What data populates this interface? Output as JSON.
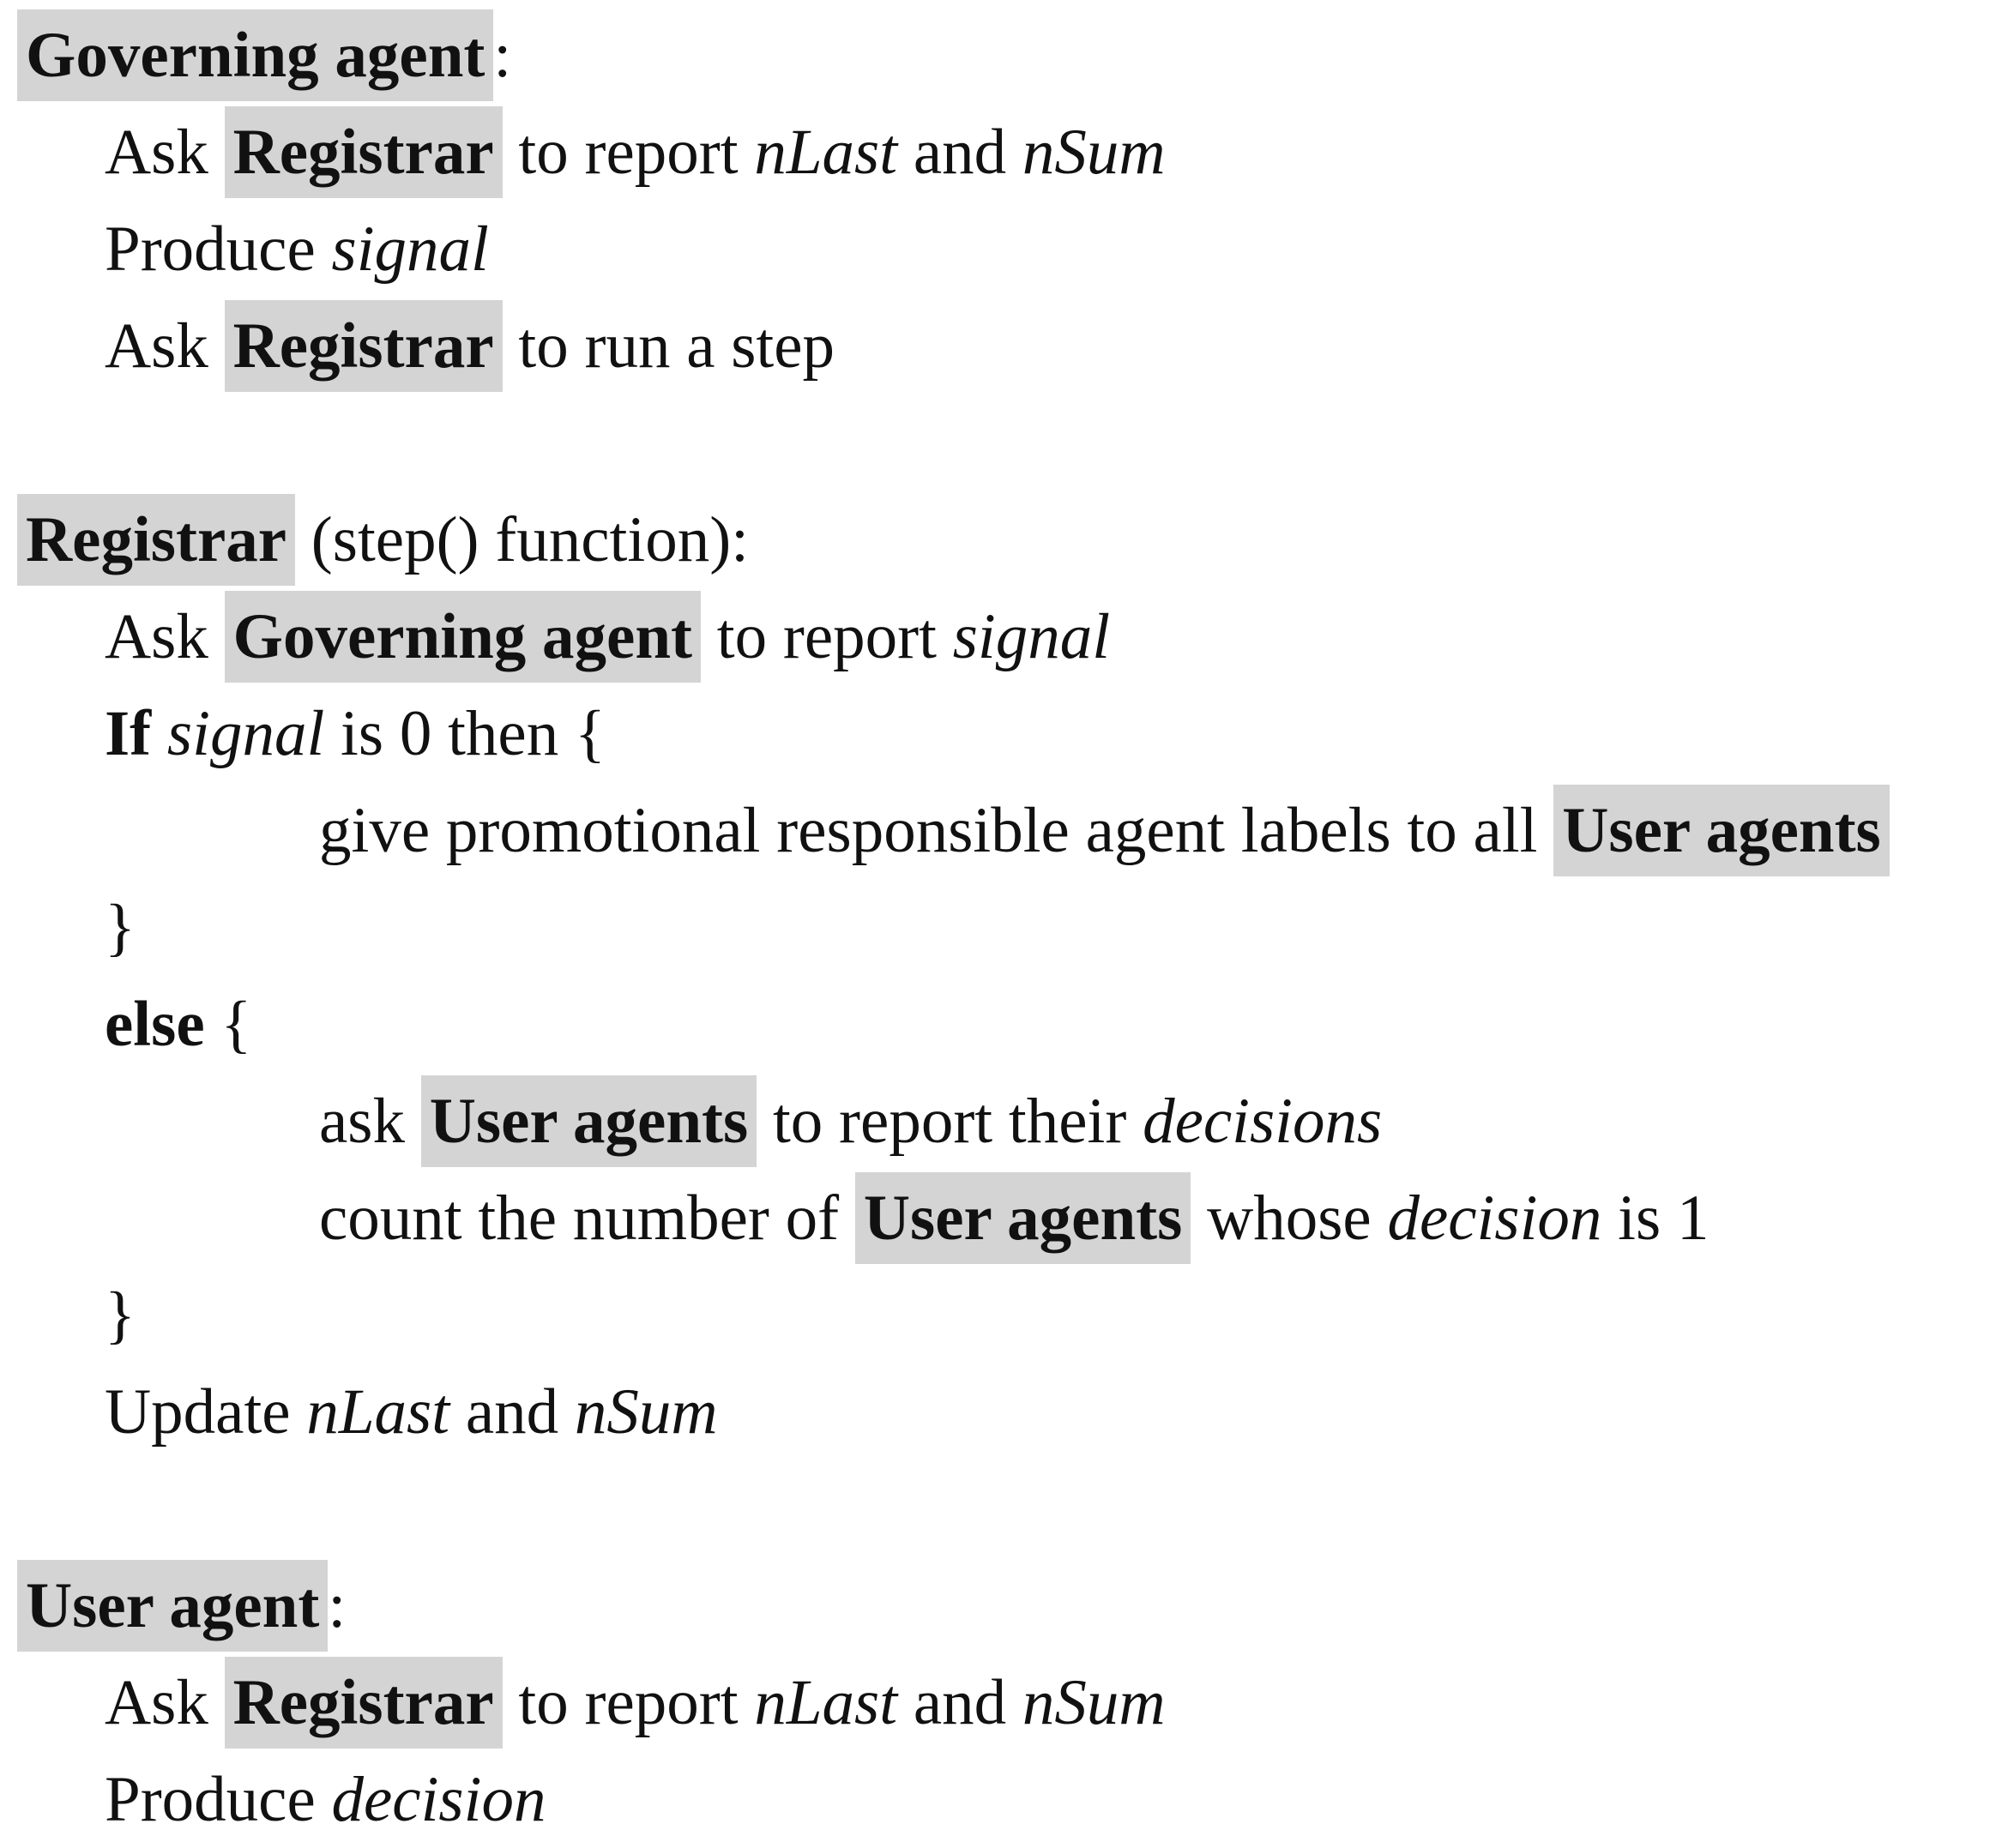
{
  "page": {
    "background_color": "#ffffff",
    "text_color": "#111111",
    "highlight_color": "#d4d4d4"
  },
  "document": {
    "kind": "pseudocode-figure",
    "sections": [
      "Governing agent",
      "Registrar",
      "User agent"
    ],
    "lines": [
      {
        "indent": 0,
        "segments": [
          {
            "text": "Governing agent",
            "bold": true,
            "highlight": true
          },
          {
            "text": ":"
          }
        ]
      },
      {
        "indent": 1,
        "segments": [
          {
            "text": "Ask "
          },
          {
            "text": "Registrar",
            "bold": true,
            "highlight": true
          },
          {
            "text": " to report "
          },
          {
            "text": "nLast",
            "italic": true
          },
          {
            "text": " and "
          },
          {
            "text": "nSum",
            "italic": true
          }
        ]
      },
      {
        "indent": 1,
        "segments": [
          {
            "text": "Produce "
          },
          {
            "text": "signal",
            "italic": true
          }
        ]
      },
      {
        "indent": 1,
        "segments": [
          {
            "text": "Ask "
          },
          {
            "text": "Registrar",
            "bold": true,
            "highlight": true
          },
          {
            "text": " to run a step"
          }
        ]
      },
      {
        "blank": true
      },
      {
        "indent": 0,
        "segments": [
          {
            "text": "Registrar",
            "bold": true,
            "highlight": true
          },
          {
            "text": " (step() function):"
          }
        ]
      },
      {
        "indent": 1,
        "segments": [
          {
            "text": "Ask "
          },
          {
            "text": "Governing agent",
            "bold": true,
            "highlight": true
          },
          {
            "text": " to report "
          },
          {
            "text": "signal",
            "italic": true
          }
        ]
      },
      {
        "indent": 1,
        "segments": [
          {
            "text": "If",
            "bold": true
          },
          {
            "text": " "
          },
          {
            "text": "signal",
            "italic": true
          },
          {
            "text": " is 0 then {"
          }
        ]
      },
      {
        "indent": 2,
        "segments": [
          {
            "text": "give promotional responsible agent labels to all "
          },
          {
            "text": "User agents",
            "bold": true,
            "highlight": true
          }
        ]
      },
      {
        "indent": 1,
        "segments": [
          {
            "text": "}"
          }
        ]
      },
      {
        "indent": 1,
        "segments": [
          {
            "text": "else",
            "bold": true
          },
          {
            "text": " {"
          }
        ]
      },
      {
        "indent": 2,
        "segments": [
          {
            "text": "ask "
          },
          {
            "text": "User agents",
            "bold": true,
            "highlight": true
          },
          {
            "text": " to report their "
          },
          {
            "text": "decisions",
            "italic": true
          }
        ]
      },
      {
        "indent": 2,
        "segments": [
          {
            "text": "count the number of "
          },
          {
            "text": "User agents",
            "bold": true,
            "highlight": true
          },
          {
            "text": " whose "
          },
          {
            "text": "decision",
            "italic": true
          },
          {
            "text": " is 1"
          }
        ]
      },
      {
        "indent": 1,
        "segments": [
          {
            "text": "}"
          }
        ]
      },
      {
        "indent": 1,
        "segments": [
          {
            "text": "Update "
          },
          {
            "text": "nLast",
            "italic": true
          },
          {
            "text": " and "
          },
          {
            "text": "nSum",
            "italic": true
          }
        ]
      },
      {
        "blank": true
      },
      {
        "indent": 0,
        "segments": [
          {
            "text": "User agent",
            "bold": true,
            "highlight": true
          },
          {
            "text": ":"
          }
        ]
      },
      {
        "indent": 1,
        "segments": [
          {
            "text": "Ask "
          },
          {
            "text": "Registrar",
            "bold": true,
            "highlight": true
          },
          {
            "text": " to report "
          },
          {
            "text": "nLast",
            "italic": true
          },
          {
            "text": " and "
          },
          {
            "text": "nSum",
            "italic": true
          }
        ]
      },
      {
        "indent": 1,
        "segments": [
          {
            "text": "Produce "
          },
          {
            "text": "decision",
            "italic": true
          }
        ]
      }
    ]
  }
}
